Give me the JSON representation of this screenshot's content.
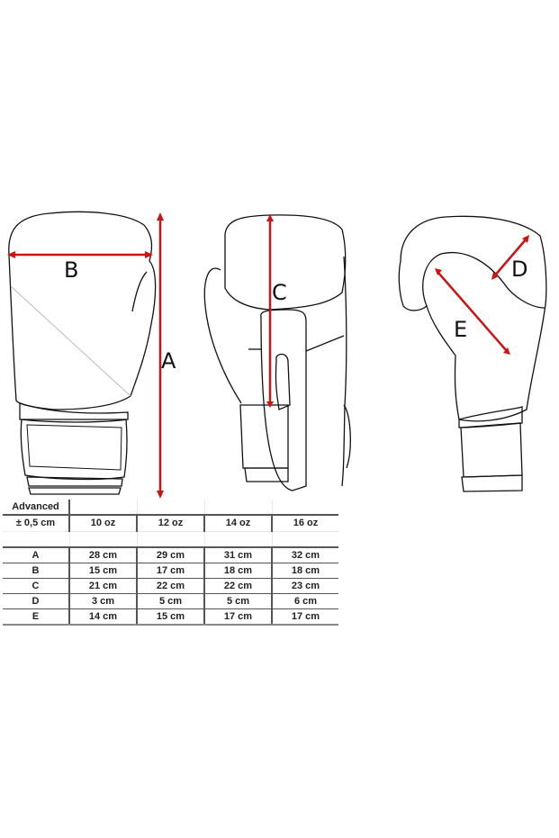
{
  "diagram": {
    "labels": {
      "A": "A",
      "B": "B",
      "C": "C",
      "D": "D",
      "E": "E"
    },
    "accent_color": "#cc1414",
    "views": [
      "front-view",
      "palm-side-view",
      "side-view"
    ]
  },
  "size_table": {
    "title": "Advanced",
    "tolerance": "± 0,5 cm",
    "columns": [
      "10 oz",
      "12 oz",
      "14 oz",
      "16 oz"
    ],
    "rows": [
      {
        "label": "A",
        "values": [
          "28 cm",
          "29 cm",
          "31 cm",
          "32 cm"
        ]
      },
      {
        "label": "B",
        "values": [
          "15 cm",
          "17 cm",
          "18 cm",
          "18 cm"
        ]
      },
      {
        "label": "C",
        "values": [
          "21 cm",
          "22 cm",
          "22 cm",
          "23 cm"
        ]
      },
      {
        "label": "D",
        "values": [
          "3 cm",
          "5 cm",
          "5 cm",
          "6 cm"
        ]
      },
      {
        "label": "E",
        "values": [
          "14 cm",
          "15 cm",
          "17 cm",
          "17 cm"
        ]
      }
    ]
  }
}
